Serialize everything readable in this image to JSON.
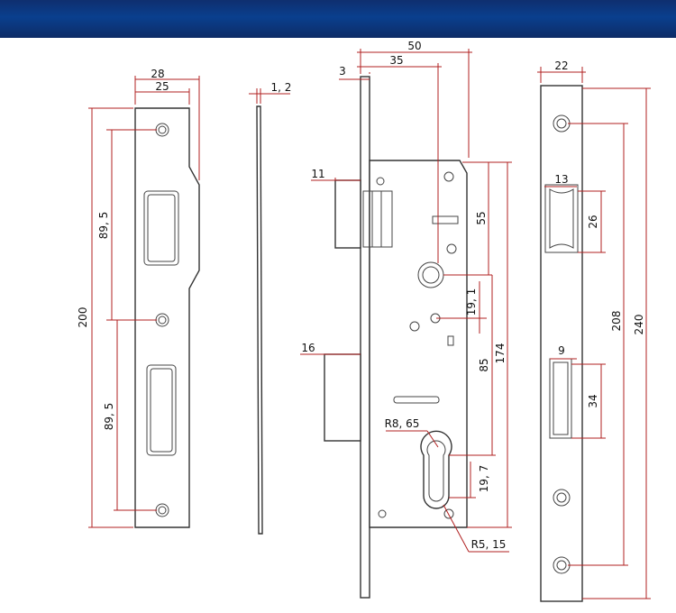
{
  "colors": {
    "banner": "#0d3580",
    "dimension_line": "#b02020",
    "outline": "#333333"
  },
  "strike_plate": {
    "dims": {
      "width_outer": "28",
      "width_inner": "25",
      "height": "200",
      "spacing_upper": "89, 5",
      "spacing_lower": "89, 5"
    }
  },
  "plate_profile": {
    "dims": {
      "thickness": "1, 2"
    }
  },
  "lock_body": {
    "dims": {
      "overall_width": "50",
      "backset": "35",
      "face_thickness": "3",
      "latch_projection": "11",
      "deadbolt_projection": "16",
      "latch_to_handle": "55",
      "handle_to_cylinder": "85",
      "latch_to_cylinder": "174",
      "spindle_offset": "19, 1",
      "cylinder_offset": "19, 7",
      "cylinder_radius_top": "R8, 65",
      "cylinder_radius_bottom": "R5, 15"
    }
  },
  "faceplate": {
    "dims": {
      "width": "22",
      "latch_slot_width": "13",
      "latch_slot_height": "26",
      "screw_spacing": "208",
      "length": "240",
      "bolt_slot_width": "9",
      "bolt_slot_height": "34"
    }
  }
}
